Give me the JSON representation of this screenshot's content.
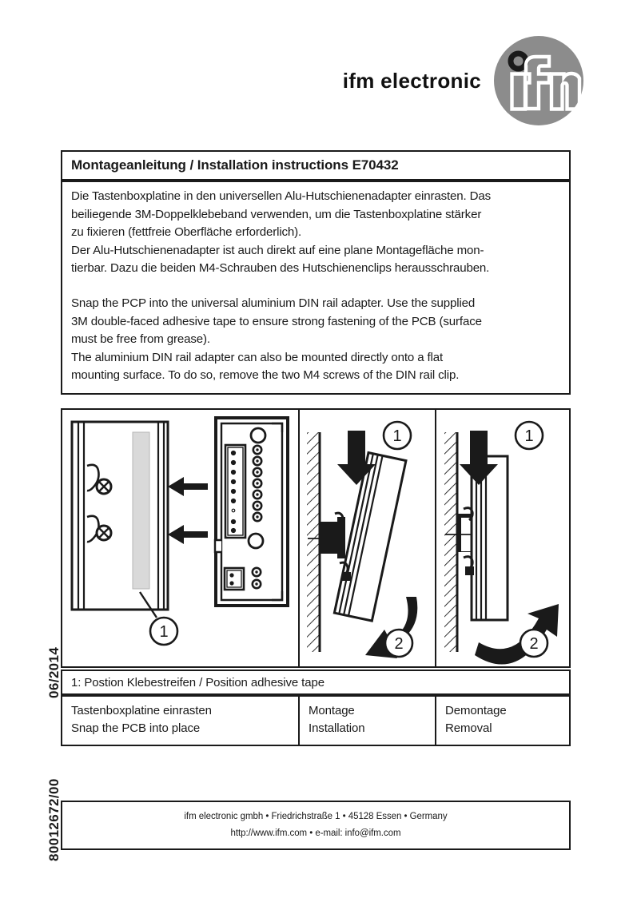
{
  "header": {
    "brand": "ifm electronic",
    "logo_icon": "ifm-logo-icon",
    "logo_color": "#8c8c8c"
  },
  "title": {
    "text": "Montageanleitung / Installation instructions E70432"
  },
  "instructions": {
    "german": [
      "Die Tastenboxplatine in den universellen Alu-Hutschienenadapter einrasten. Das",
      "beiliegende 3M-Doppelklebeband verwenden, um die Tastenboxplatine stärker",
      "zu fixieren (fettfreie Oberfläche erforderlich).",
      "Der Alu-Hutschienenadapter ist auch direkt auf eine plane Montagefläche mon-",
      "tierbar. Dazu die beiden M4-Schrauben des Hutschienenclips herausschrauben."
    ],
    "english": [
      "Snap the PCP into the universal aluminium DIN rail adapter. Use the supplied",
      "3M double-faced adhesive tape to ensure strong fastening of the PCB (surface",
      "must be free from grease).",
      "The aluminium DIN rail adapter can also be mounted directly onto a flat",
      "mounting surface. To do so, remove the two M4 screws of the DIN rail clip."
    ]
  },
  "diagram": {
    "panel_a": {
      "name": "snap-pcb-panel",
      "callout": "1",
      "arrow_count": 2,
      "screw_count": 2
    },
    "panel_b": {
      "name": "installation-panel",
      "step_1": "1",
      "step_2": "2"
    },
    "panel_c": {
      "name": "removal-panel",
      "step_1": "1",
      "step_2": "2"
    }
  },
  "note": {
    "text": "1:  Postion Klebestreifen / Position adhesive tape"
  },
  "legend": {
    "cells": [
      {
        "de": "Tastenboxplatine einrasten",
        "en": "Snap the PCB into place"
      },
      {
        "de": "Montage",
        "en": "Installation"
      },
      {
        "de": "Demontage",
        "en": "Removal"
      }
    ]
  },
  "footer": {
    "line1": "ifm electronic gmbh • Friedrichstraße 1 • 45128 Essen • Germany",
    "line2": "http://www.ifm.com  •  e-mail: info@ifm.com"
  },
  "margin": {
    "date": "06/2014",
    "doc_code": "80012672/00"
  }
}
